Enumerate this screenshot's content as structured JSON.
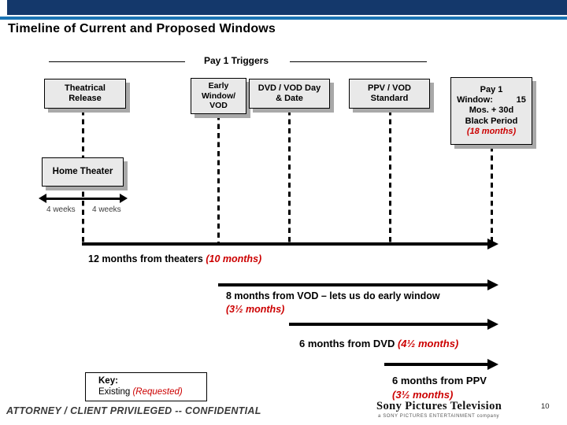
{
  "title": "Timeline of Current and Proposed Windows",
  "section_header": {
    "label": "Pay 1 Triggers"
  },
  "boxes": {
    "theatrical": {
      "lines": [
        "Theatrical",
        "Release"
      ]
    },
    "early_window": {
      "lines": [
        "Early",
        "Window/",
        "VOD"
      ]
    },
    "dvd": {
      "lines": [
        "DVD / VOD Day",
        "& Date"
      ]
    },
    "ppv": {
      "lines": [
        "PPV / VOD",
        "Standard"
      ]
    },
    "pay1": {
      "line1": "Pay 1",
      "line2_left": "Window:",
      "line2_right": "15",
      "line3": "Mos. + 30d",
      "line4": "Black Period",
      "line5_red": "(18 months)"
    },
    "home_theater": {
      "label": "Home Theater"
    }
  },
  "week_labels": {
    "left": "4 weeks",
    "right": "4 weeks"
  },
  "timeline": [
    {
      "black": "12 months from theaters ",
      "red": "(10 months)"
    },
    {
      "black": "8 months from VOD – lets us do early window",
      "red": "(3½ months)"
    },
    {
      "black": "6 months from DVD ",
      "red": "(4½ months)"
    },
    {
      "black": "6 months from PPV",
      "red": "(3½ months)"
    }
  ],
  "key_box": {
    "title": "Key:",
    "existing": "Existing ",
    "requested": "(Requested)"
  },
  "footer": {
    "confidential": "ATTORNEY / CLIENT PRIVILEGED -- CONFIDENTIAL",
    "logo_main": "Sony Pictures Television",
    "logo_sub": "a SONY PICTURES ENTERTAINMENT company",
    "page_number": "10"
  },
  "colors": {
    "accent_red": "#CC0000",
    "banner_navy": "#14386B",
    "banner_stripe": "#1B74B4",
    "box_fill": "#E9E9E9",
    "box_shadow": "#A9A9A9"
  }
}
